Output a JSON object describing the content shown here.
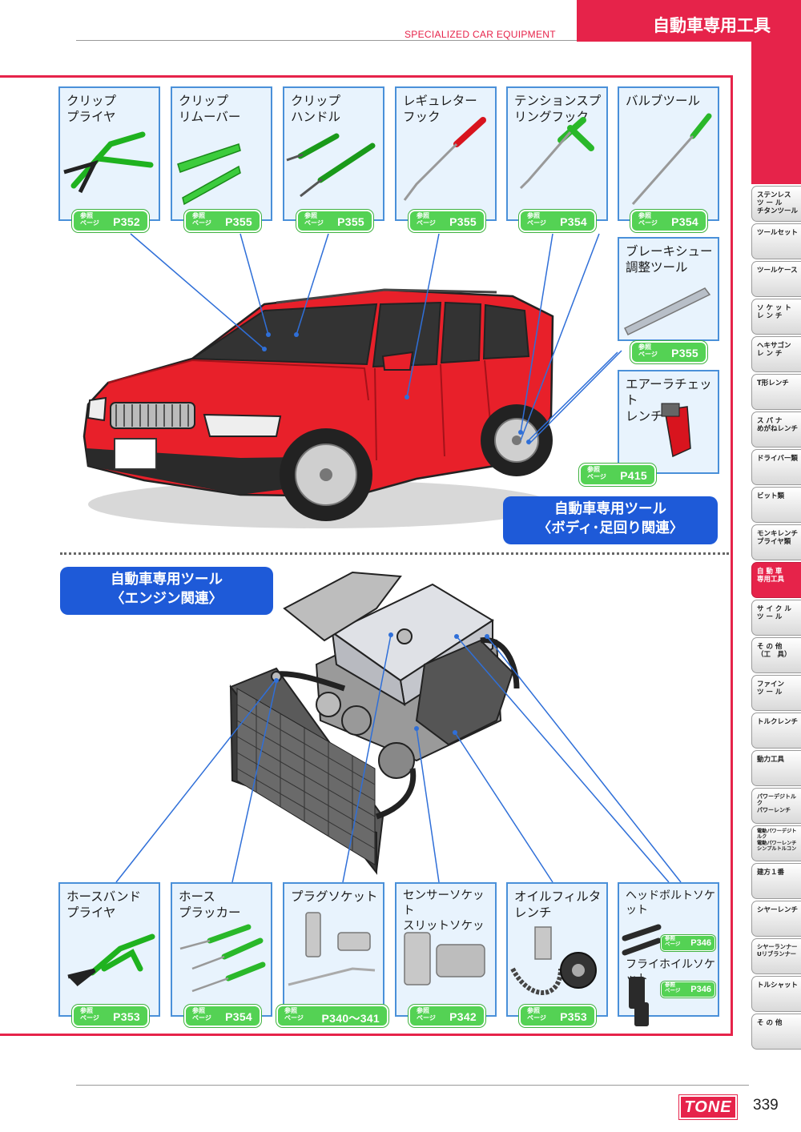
{
  "header": {
    "en_title": "SPECIALIZED CAR EQUIPMENT",
    "jp_title": "自動車専用工具"
  },
  "side_tabs": [
    "ステンレス\nツ ー ル\nチタンツール",
    "ツールセット",
    "ツールケース",
    "ソ ケ ッ ト\nレ ン チ",
    "ヘキサゴン\nレ ン チ",
    "T形レンチ",
    "ス パ ナ\nめがねレンチ",
    "ドライバー類",
    "ビット類",
    "モンキレンチ\nプライヤ類",
    "自 動 車\n専用工具",
    "サ イ ク ル\nツ ー ル",
    "そ の 他\n（工　具）",
    "ファイン\nツ ー ル",
    "トルクレンチ",
    "動力工具",
    "パワーデジトルク\nパワーレンチ",
    "電動パワーデジトルク\n電動パワーレンチ\nシンプルトルコン",
    "建方１番",
    "シヤーレンチ",
    "シヤーランナー\nUリブランナー",
    "トルシャット",
    "そ の 他"
  ],
  "active_tab": "自 動 車\n専用工具",
  "ref_prefix": "参照\nページ",
  "top_tools": [
    {
      "name": "クリップ\nプライヤ",
      "page": "P352"
    },
    {
      "name": "クリップ\nリムーバー",
      "page": "P355"
    },
    {
      "name": "クリップ\nハンドル",
      "page": "P355"
    },
    {
      "name": "レギュレター\nフック",
      "page": "P355"
    },
    {
      "name": "テンションスプ\nリングフック",
      "page": "P354"
    },
    {
      "name": "バルブツール",
      "page": "P354"
    }
  ],
  "side_tools": [
    {
      "name": "ブレーキシュー\n調整ツール",
      "page": "P355"
    },
    {
      "name": "エアーラチェット\nレンチ",
      "page": "P415"
    }
  ],
  "body_category": "自動車専用ツール\n〈ボディ･足回り関連〉",
  "engine_category": "自動車専用ツール\n〈エンジン関連〉",
  "bottom_tools": [
    {
      "name": "ホースバンド\nプライヤ",
      "page": "P353"
    },
    {
      "name": "ホース\nプラッカー",
      "page": "P354"
    },
    {
      "name": "プラグソケット",
      "page": "P340～341"
    },
    {
      "name": "センサーソケット\nスリットソケット",
      "page": "P342"
    },
    {
      "name": "オイルフィルタ\nレンチ",
      "page": "P353"
    },
    {
      "name": "ヘッドボルトソケット",
      "page": "P346",
      "name2": "フライホイルソケット",
      "page2": "P346"
    }
  ],
  "footer": {
    "brand": "TONE",
    "page_number": "339"
  },
  "colors": {
    "accent": "#e6234a",
    "card_border": "#4a90d9",
    "card_bg": "#e8f3fd",
    "ref_green": "#54d254",
    "pill_blue": "#1e5ad8",
    "car_red": "#e8202a"
  }
}
